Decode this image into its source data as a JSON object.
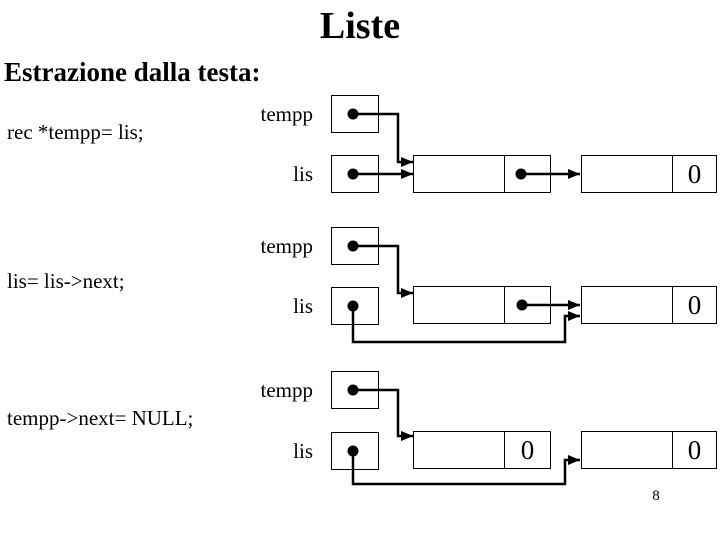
{
  "title": "Liste",
  "subtitle": "Estrazione dalla testa:",
  "page_number": "8",
  "colors": {
    "ink": "#000000",
    "background": "#ffffff"
  },
  "diagrams": [
    {
      "code": "rec *tempp= lis;",
      "pointers": {
        "tempp": "tempp",
        "lis": "lis"
      },
      "node1": {
        "data": "",
        "next": ""
      },
      "node2": {
        "data": "",
        "next": "0"
      }
    },
    {
      "code": "lis= lis->next;",
      "pointers": {
        "tempp": "tempp",
        "lis": "lis"
      },
      "node1": {
        "data": "",
        "next": ""
      },
      "node2": {
        "data": "",
        "next": "0"
      }
    },
    {
      "code": "tempp->next= NULL;",
      "pointers": {
        "tempp": "tempp",
        "lis": "lis"
      },
      "node1": {
        "data": "",
        "next": "0"
      },
      "node2": {
        "data": "",
        "next": "0"
      }
    }
  ]
}
